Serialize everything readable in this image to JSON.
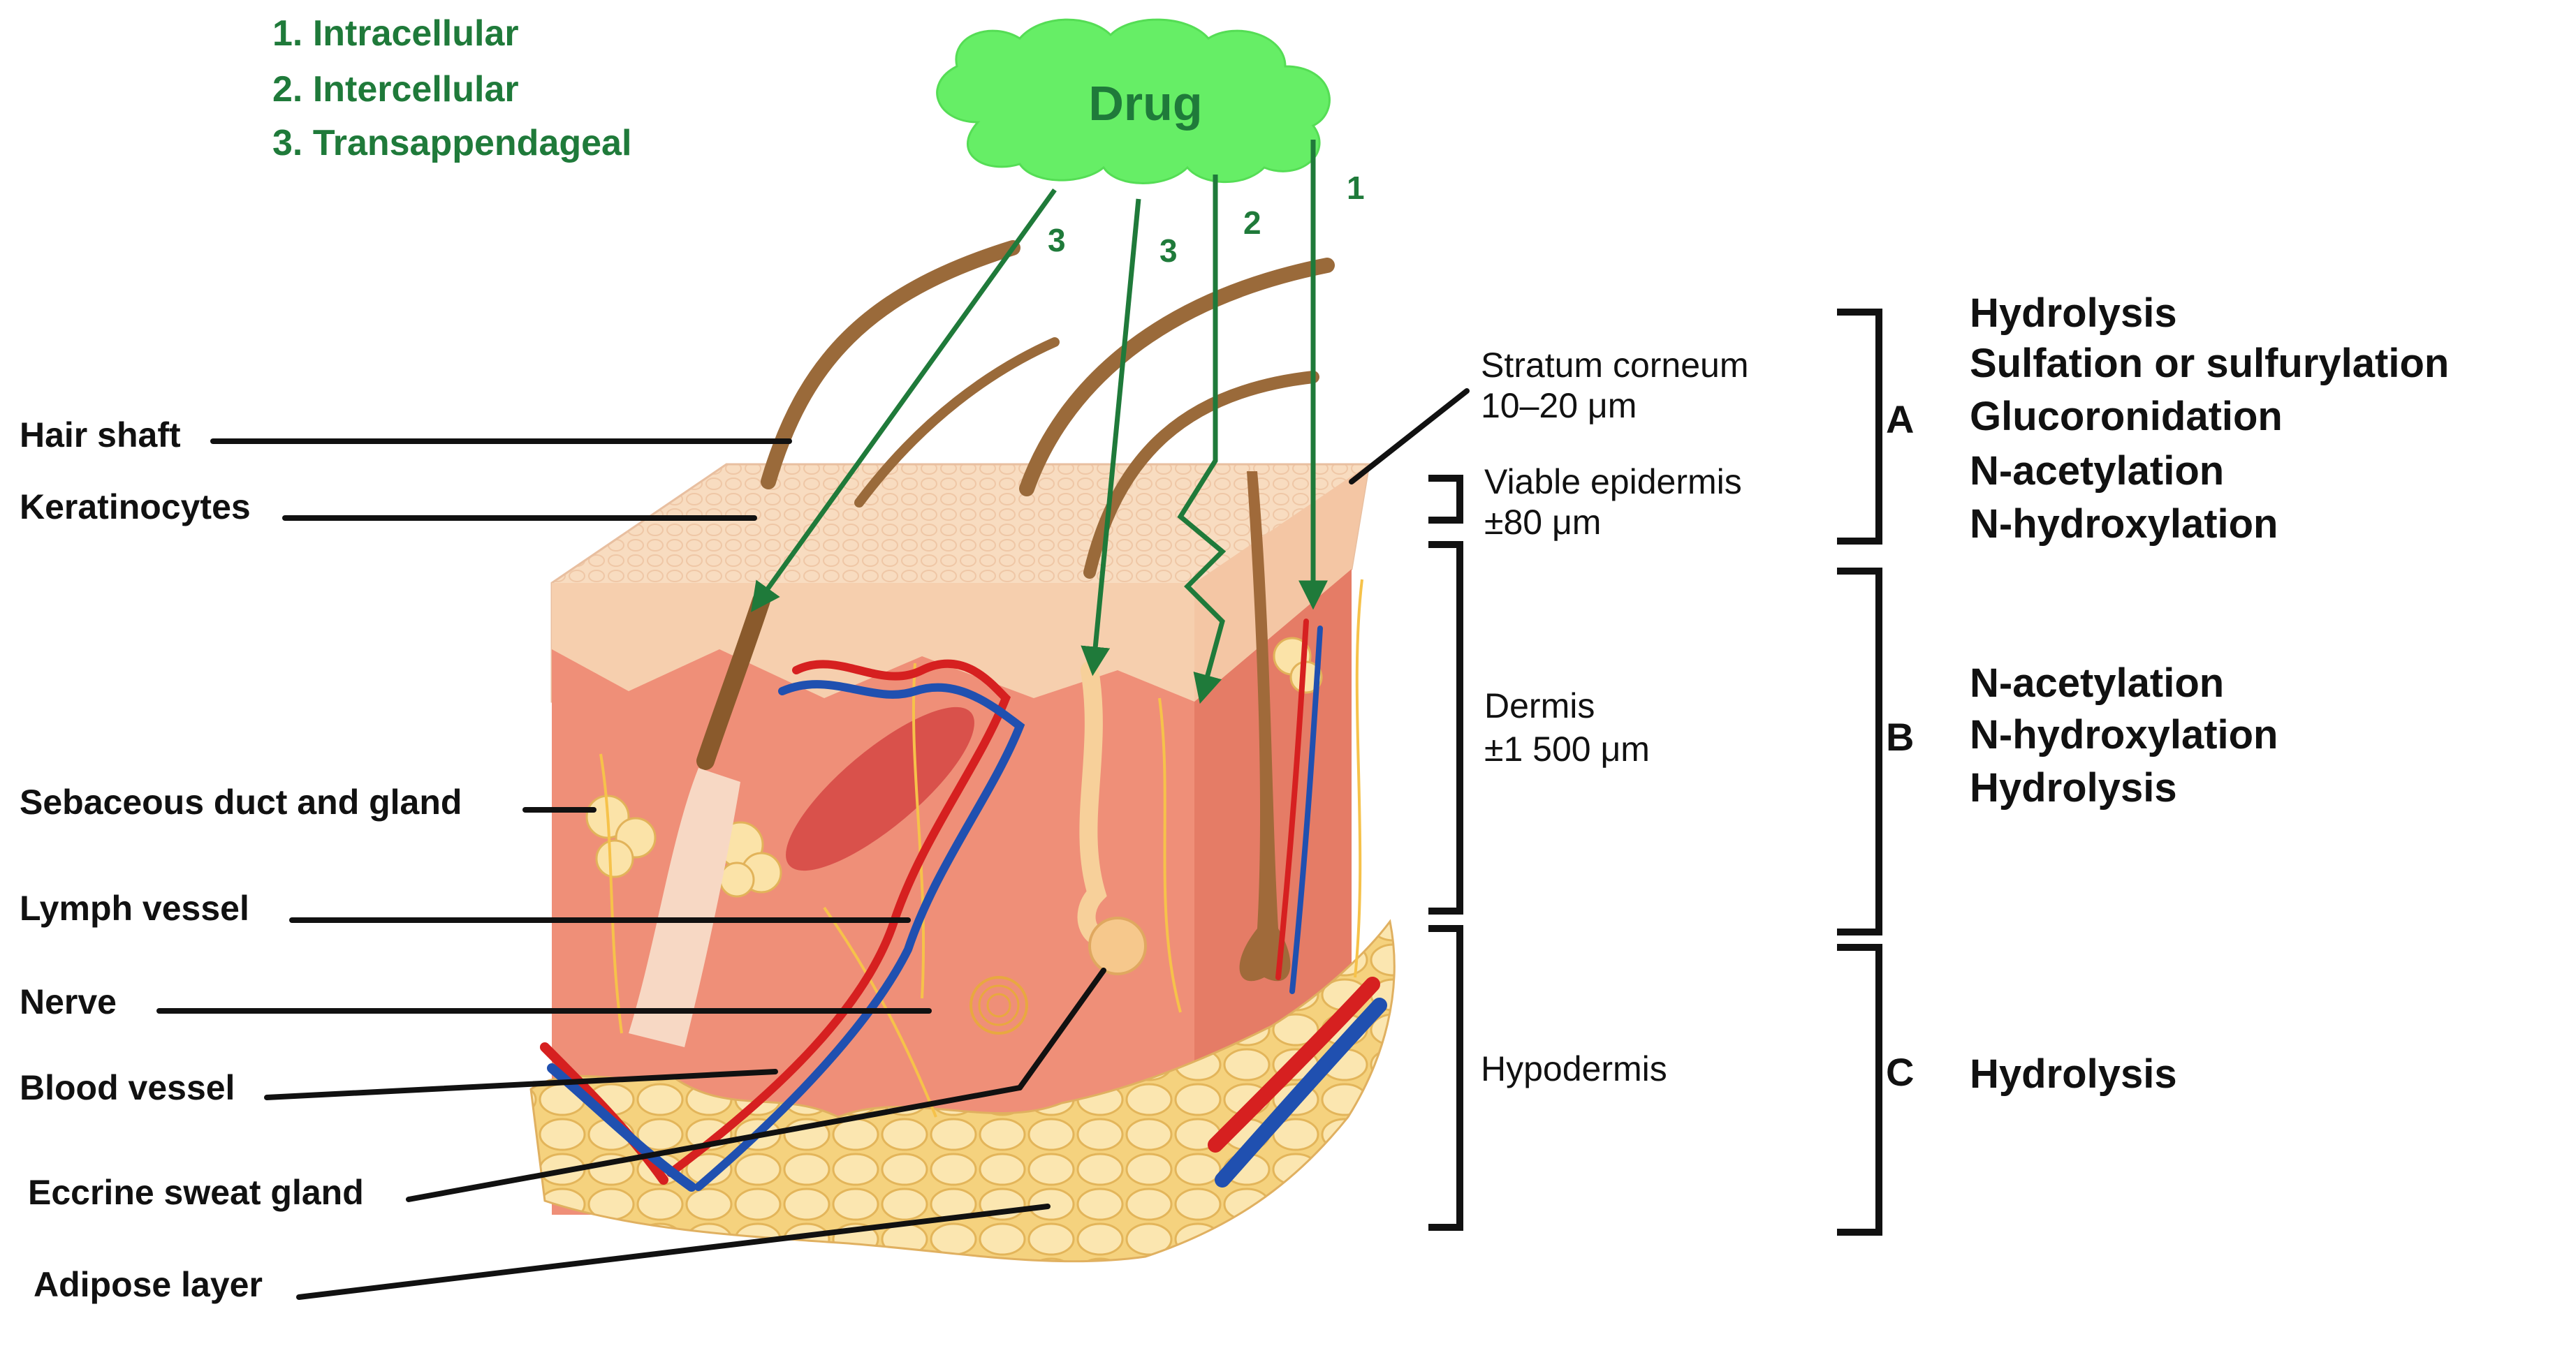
{
  "legend": {
    "routes": [
      "1. Intracellular",
      "2. Intercellular",
      "3. Transappendageal"
    ]
  },
  "drug_label": "Drug",
  "route_numbers": [
    "3",
    "3",
    "2",
    "1"
  ],
  "structures": {
    "hair_shaft": "Hair shaft",
    "keratinocytes": "Keratinocytes",
    "sebaceous": "Sebaceous duct and gland",
    "lymph": "Lymph vessel",
    "nerve": "Nerve",
    "blood": "Blood vessel",
    "eccrine": "Eccrine sweat gland",
    "adipose": "Adipose layer"
  },
  "layers": {
    "stratum_corneum": [
      "Stratum corneum",
      "10–20 μm"
    ],
    "viable_epidermis": [
      "Viable epidermis",
      "±80 μm"
    ],
    "dermis": [
      "Dermis",
      "±1 500 μm"
    ],
    "hypodermis": [
      "Hypodermis"
    ]
  },
  "groups": {
    "a": {
      "letter": "A",
      "reactions": [
        "Hydrolysis",
        "Sulfation or sulfurylation",
        "Glucoronidation",
        "N-acetylation",
        "N-hydroxylation"
      ]
    },
    "b": {
      "letter": "B",
      "reactions": [
        "N-acetylation",
        "N-hydroxylation",
        "Hydrolysis"
      ]
    },
    "c": {
      "letter": "C",
      "reactions": [
        "Hydrolysis"
      ]
    }
  },
  "colors": {
    "route_green": "#1f7a3a",
    "cloud": "#66ee66",
    "epidermis": "#f8dcc0",
    "dermis": "#f08a70",
    "fat": "#f8e0a0",
    "hair": "#9a6a3a",
    "artery": "#d62020",
    "vein": "#2050b0"
  }
}
